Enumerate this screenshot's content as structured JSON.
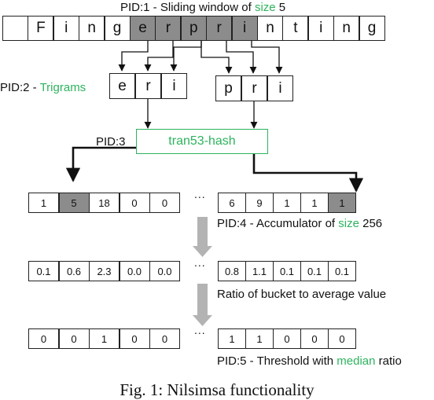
{
  "title": {
    "pid": "PID:1 - ",
    "text": "Sliding window of ",
    "accent": "size",
    "tail": " 5"
  },
  "fingerprint_letters": [
    "",
    "F",
    "i",
    "n",
    "g",
    "e",
    "r",
    "p",
    "r",
    "i",
    "n",
    "t",
    "i",
    "n",
    "g"
  ],
  "window_indices": [
    5,
    6,
    7,
    8,
    9
  ],
  "trigrams": {
    "pid": "PID:2 - ",
    "accent": "Trigrams",
    "left": [
      "e",
      "r",
      "i"
    ],
    "right": [
      "p",
      "r",
      "i"
    ]
  },
  "hash": {
    "pid": "PID:3",
    "label": "tran53-hash"
  },
  "rows": [
    {
      "name": "accumulator",
      "left": [
        "1",
        "5",
        "18",
        "0",
        "0"
      ],
      "right": [
        "6",
        "9",
        "1",
        "1",
        "1"
      ],
      "gray_left": [
        1
      ],
      "gray_right": [
        4
      ]
    },
    {
      "name": "ratio",
      "left": [
        "0.1",
        "0.6",
        "2.3",
        "0.0",
        "0.0"
      ],
      "right": [
        "0.8",
        "1.1",
        "0.1",
        "0.1",
        "0.1"
      ],
      "gray_left": [],
      "gray_right": []
    },
    {
      "name": "threshold",
      "left": [
        "0",
        "0",
        "1",
        "0",
        "0"
      ],
      "right": [
        "1",
        "1",
        "0",
        "0",
        "0"
      ],
      "gray_left": [],
      "gray_right": []
    }
  ],
  "ellipsis": "...",
  "label_accumulator": {
    "pid": "PID:4 - ",
    "text": "Accumulator of ",
    "accent": "size",
    "tail": " 256"
  },
  "label_ratio": {
    "text": "Ratio of bucket to average value"
  },
  "label_threshold": {
    "pid": "PID:5 - ",
    "text": "Threshold with ",
    "accent": "median",
    "tail": " ratio"
  },
  "caption": "Fig. 1: Nilsimsa functionality",
  "colors": {
    "accent": "#2db35d",
    "highlight": "#8c8c8c",
    "arrow_gray": "#b3b3b3"
  }
}
